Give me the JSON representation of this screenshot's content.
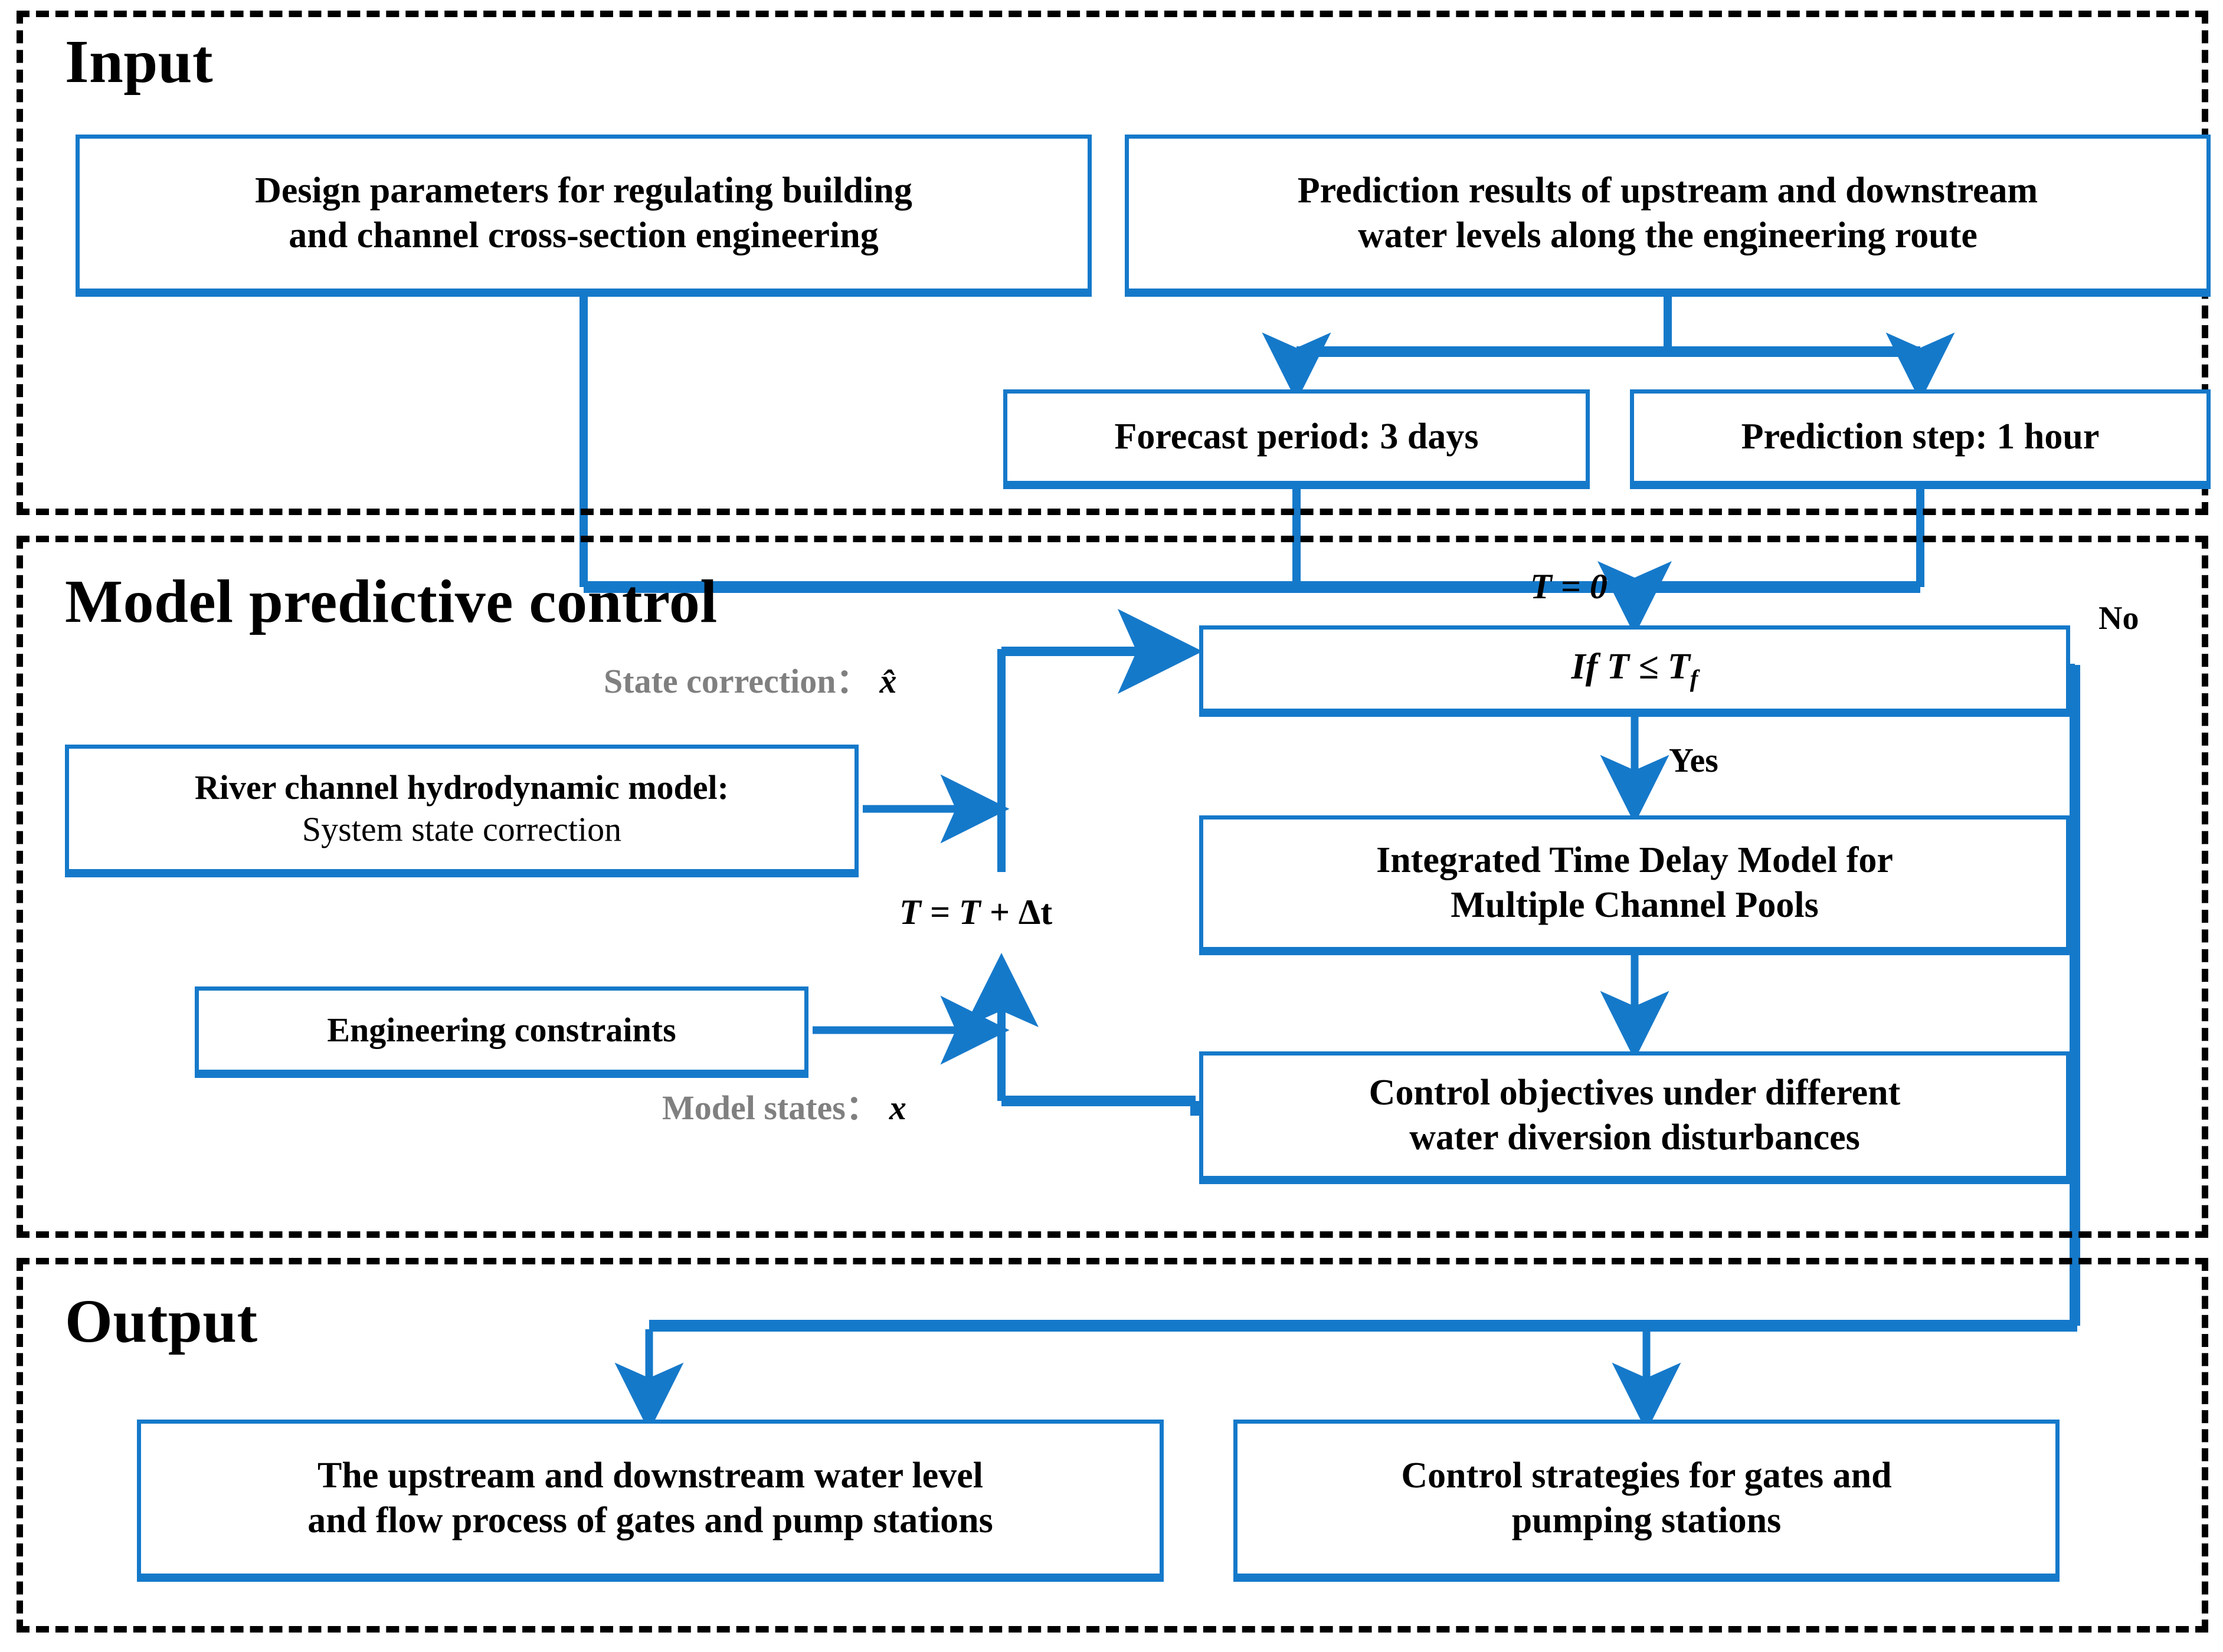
{
  "sections": [
    {
      "id": "input",
      "title": "Input"
    },
    {
      "id": "mpc",
      "title": "Model predictive control"
    },
    {
      "id": "output",
      "title": "Output"
    }
  ],
  "input": {
    "title": "Input",
    "boxes": {
      "design_parameters": {
        "line1": "Design parameters for regulating building",
        "line2": "and channel cross-section engineering"
      },
      "prediction_results": {
        "line1": "Prediction results of upstream and downstream",
        "line2": "water levels along the engineering route"
      },
      "forecast_period": "Forecast period: 3 days",
      "prediction_step": "Prediction step: 1 hour"
    }
  },
  "mpc": {
    "title": "Model predictive control",
    "boxes": {
      "river_model": {
        "line1": "River channel hydrodynamic model:",
        "line2": "System state correction"
      },
      "engineering_constraints": "Engineering constraints",
      "decision": "If  T ≤ T",
      "decision_sub": "f",
      "itdm": {
        "line1": "Integrated Time Delay Model for",
        "line2": "Multiple Channel Pools"
      },
      "control_objectives": {
        "line1": "Control objectives under different",
        "line2": "water diversion disturbances"
      }
    },
    "labels": {
      "state_correction": "State correction：",
      "state_correction_var": "x̂",
      "model_states": "Model states：",
      "model_states_var": "x",
      "t_init": "T = 0",
      "t_increment_lhs": "T = T + ",
      "t_increment_rhs": "Δt",
      "yes": "Yes",
      "no": "No"
    }
  },
  "output": {
    "title": "Output",
    "boxes": {
      "water_level_flow": {
        "line1": "The upstream and downstream water level",
        "line2": "and flow process of gates and pump stations"
      },
      "control_strategies": {
        "line1": "Control strategies for gates and",
        "line2": "pumping stations"
      }
    }
  },
  "colors": {
    "box_border": "#1579CA",
    "connector": "#1579CA",
    "frame": "#000000",
    "text": "#000000",
    "label_grey": "#808080"
  }
}
